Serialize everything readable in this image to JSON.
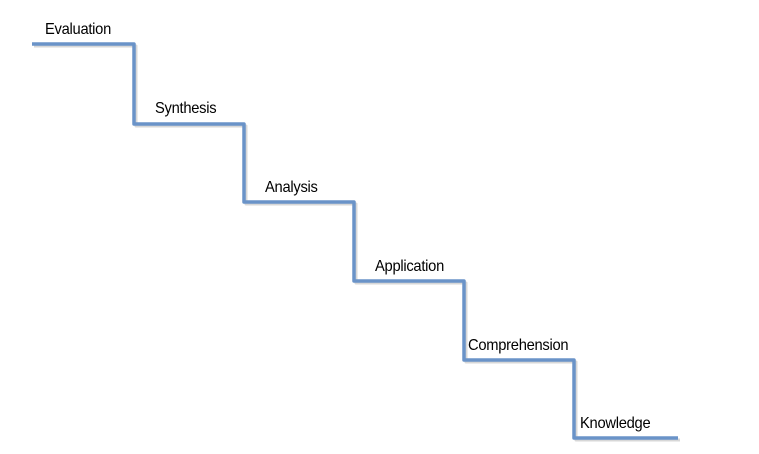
{
  "colors": {
    "line": "#6a93c8",
    "shadow": "#b0b0b0"
  },
  "steps": [
    {
      "label": "Evaluation"
    },
    {
      "label": "Synthesis"
    },
    {
      "label": "Analysis"
    },
    {
      "label": "Application"
    },
    {
      "label": "Comprehension"
    },
    {
      "label": "Knowledge"
    }
  ]
}
